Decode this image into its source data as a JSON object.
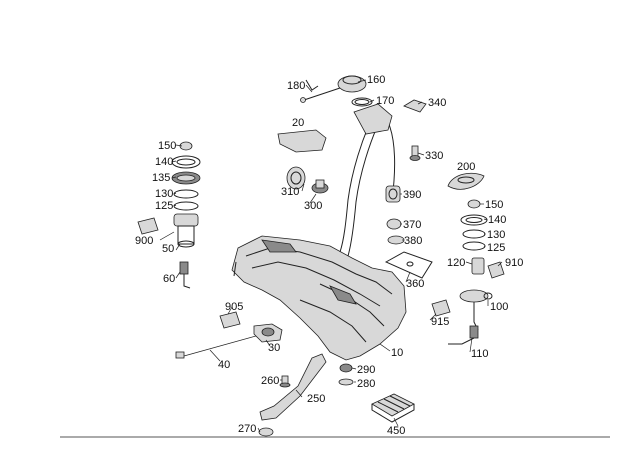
{
  "diagram": {
    "labels": {
      "p10": "10",
      "p20": "20",
      "p30": "30",
      "p40": "40",
      "p50": "50",
      "p60": "60",
      "p100": "100",
      "p110": "110",
      "p120": "120",
      "p125a": "125",
      "p125b": "125",
      "p130a": "130",
      "p130b": "130",
      "p135": "135",
      "p140a": "140",
      "p140b": "140",
      "p150a": "150",
      "p150b": "150",
      "p160": "160",
      "p170": "170",
      "p180": "180",
      "p200": "200",
      "p250": "250",
      "p260": "260",
      "p270": "270",
      "p280": "280",
      "p290": "290",
      "p300": "300",
      "p310": "310",
      "p330": "330",
      "p340": "340",
      "p360": "360",
      "p370": "370",
      "p380": "380",
      "p390": "390",
      "p450": "450",
      "p900": "900",
      "p905": "905",
      "p910": "910",
      "p915": "915"
    }
  }
}
